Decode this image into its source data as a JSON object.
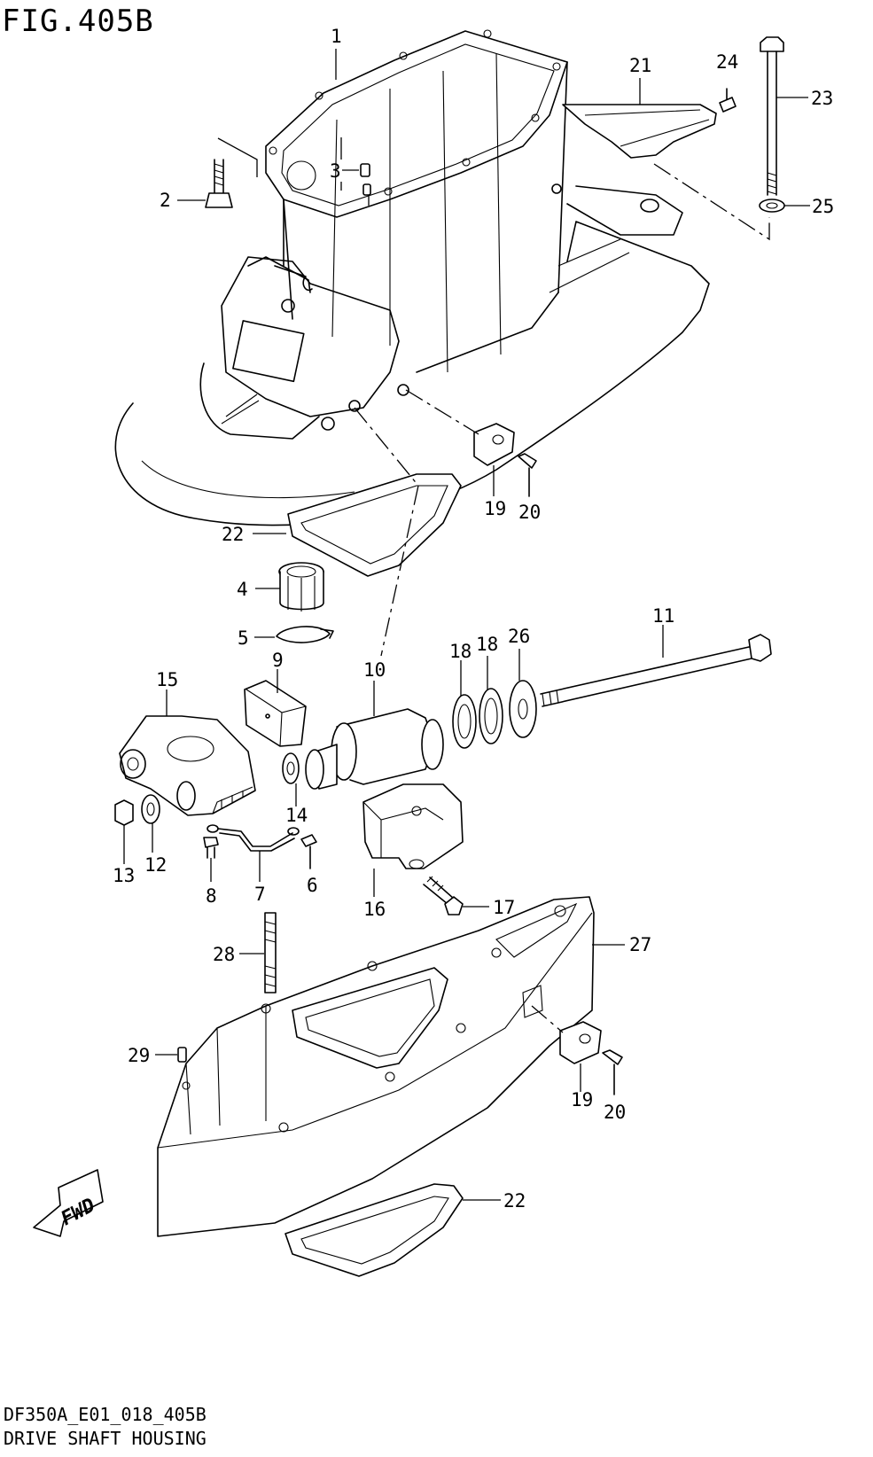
{
  "header": {
    "figure_title": "FIG.405B"
  },
  "footer": {
    "drawing_code": "DF350A_E01_018_405B",
    "section_name": "DRIVE SHAFT HOUSING"
  },
  "direction_marker": {
    "label": "FWD",
    "icon": "fwd-arrow-icon"
  },
  "callouts": [
    "1",
    "2",
    "3",
    "4",
    "5",
    "6",
    "7",
    "8",
    "9",
    "10",
    "11",
    "12",
    "13",
    "14",
    "15",
    "16",
    "17",
    "18",
    "18",
    "19",
    "19",
    "20",
    "20",
    "21",
    "22",
    "22",
    "23",
    "24",
    "25",
    "26",
    "27",
    "28",
    "29"
  ]
}
